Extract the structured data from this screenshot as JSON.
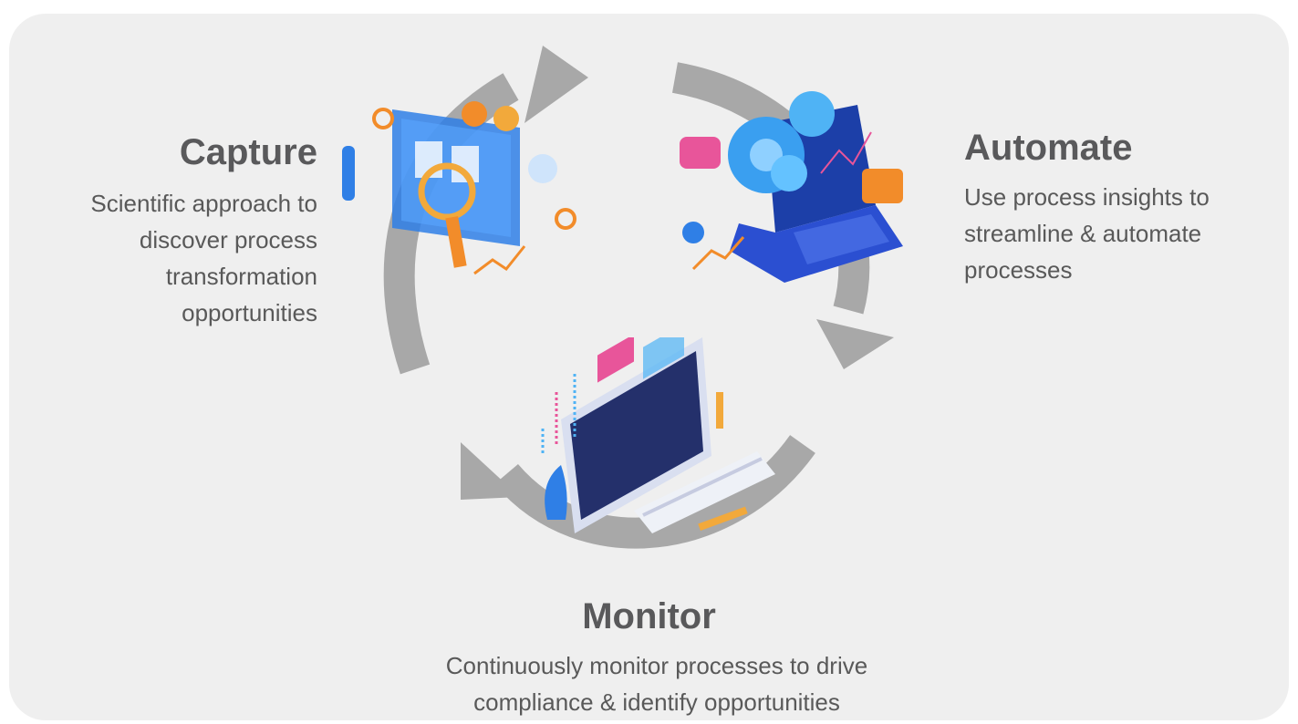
{
  "capture": {
    "title": "Capture",
    "description": "Scientific approach to discover process transformation opportunities"
  },
  "automate": {
    "title": "Automate",
    "description": "Use process insights to streamline & automate processes"
  },
  "monitor": {
    "title": "Monitor",
    "description": "Continuously monitor processes to drive compliance & identify opportunities"
  },
  "colors": {
    "background": "#efefef",
    "arrow": "#a8a8a8",
    "heading": "#59595b",
    "text": "#595959",
    "accent_blue": "#2f7fe6",
    "accent_orange": "#f28c2a",
    "accent_pink": "#e8559a"
  }
}
